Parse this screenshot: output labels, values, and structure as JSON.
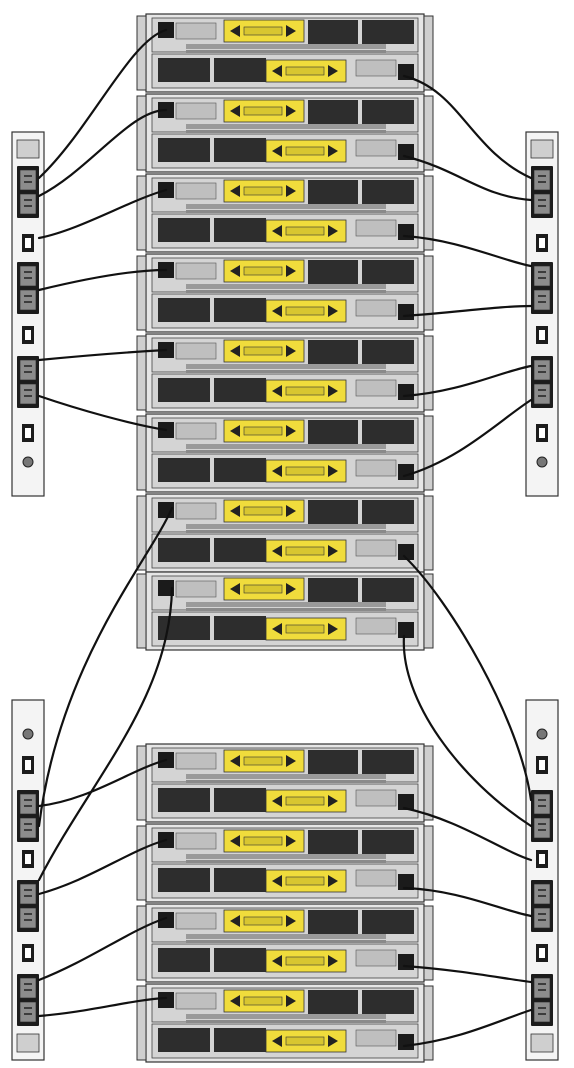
{
  "diagram": {
    "description_labels": {
      "rack": "storage-enclosure-rack",
      "pdu": "power-distribution-unit"
    },
    "racks": [
      {
        "id": "rack-upper",
        "enclosure_count": 8
      },
      {
        "id": "rack-lower",
        "enclosure_count": 4
      }
    ],
    "pdus": [
      {
        "id": "pdu-upper-left",
        "side": "left",
        "outlet_banks": 3
      },
      {
        "id": "pdu-upper-right",
        "side": "right",
        "outlet_banks": 3
      },
      {
        "id": "pdu-lower-left",
        "side": "left",
        "outlet_banks": 3
      },
      {
        "id": "pdu-lower-right",
        "side": "right",
        "outlet_banks": 3
      }
    ],
    "colors": {
      "background": "#ffffff",
      "chassis": "#d9d9d9",
      "chassis_dark": "#3a3a3a",
      "psu_handle": "#f2e04a",
      "cable": "#111111",
      "pdu_body": "#f4f4f4",
      "pdu_outlet": "#1c1c1c"
    }
  }
}
